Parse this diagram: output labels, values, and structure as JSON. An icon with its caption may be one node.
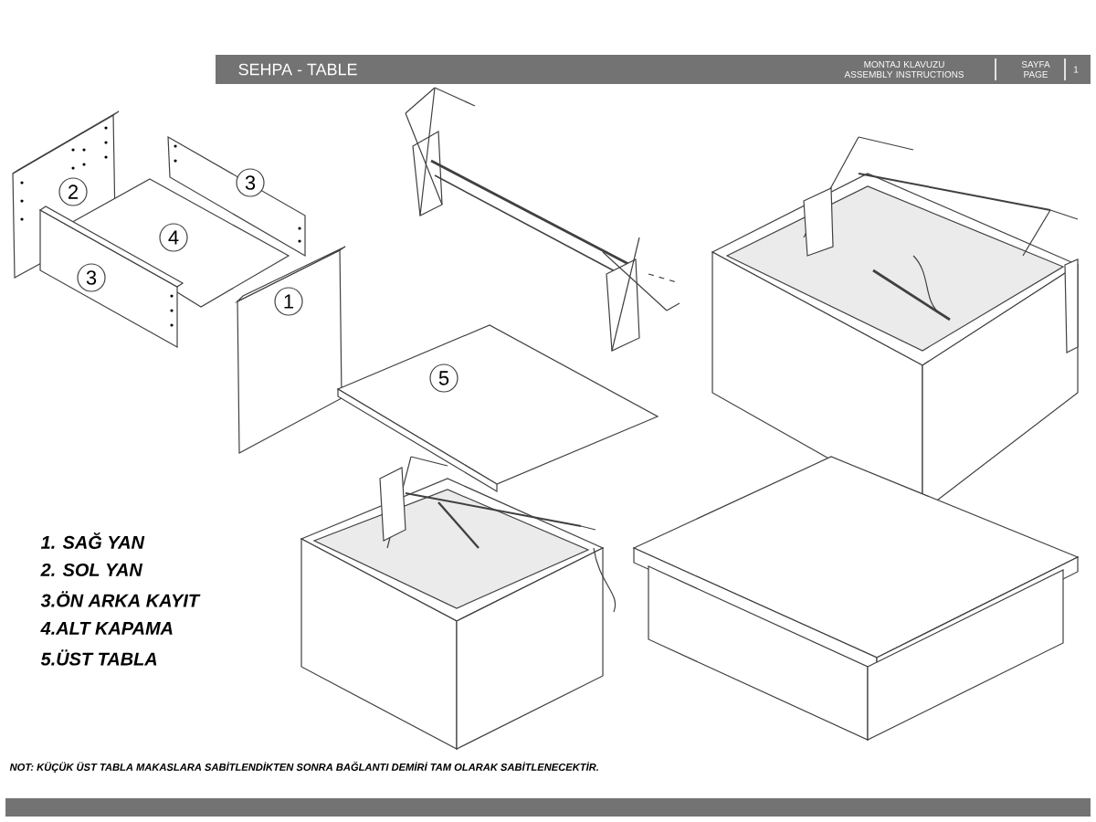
{
  "diagram": {
    "title": "SEHPA - TABLE",
    "labels": [
      "MONTAJ KLAVUZU ASSEMBLY INSTRUCTIONS",
      "SAYFA PAGE",
      "1",
      "3",
      "2",
      "4",
      "3",
      "1",
      "5",
      "1. SAĞ YAN",
      "2. SOL YAN",
      "3.ÖN ARKA KAYIT",
      "4.ALT KAPAMA",
      "5.ÜST TABLA",
      "NOT: KÜÇÜK  ÜST TABLA MAKASLARA SABİTLENDİKTEN SONRA  BAĞLANTI DEMİRİ TAM  OLARAK SABİTLENECEKTİR."
    ]
  }
}
